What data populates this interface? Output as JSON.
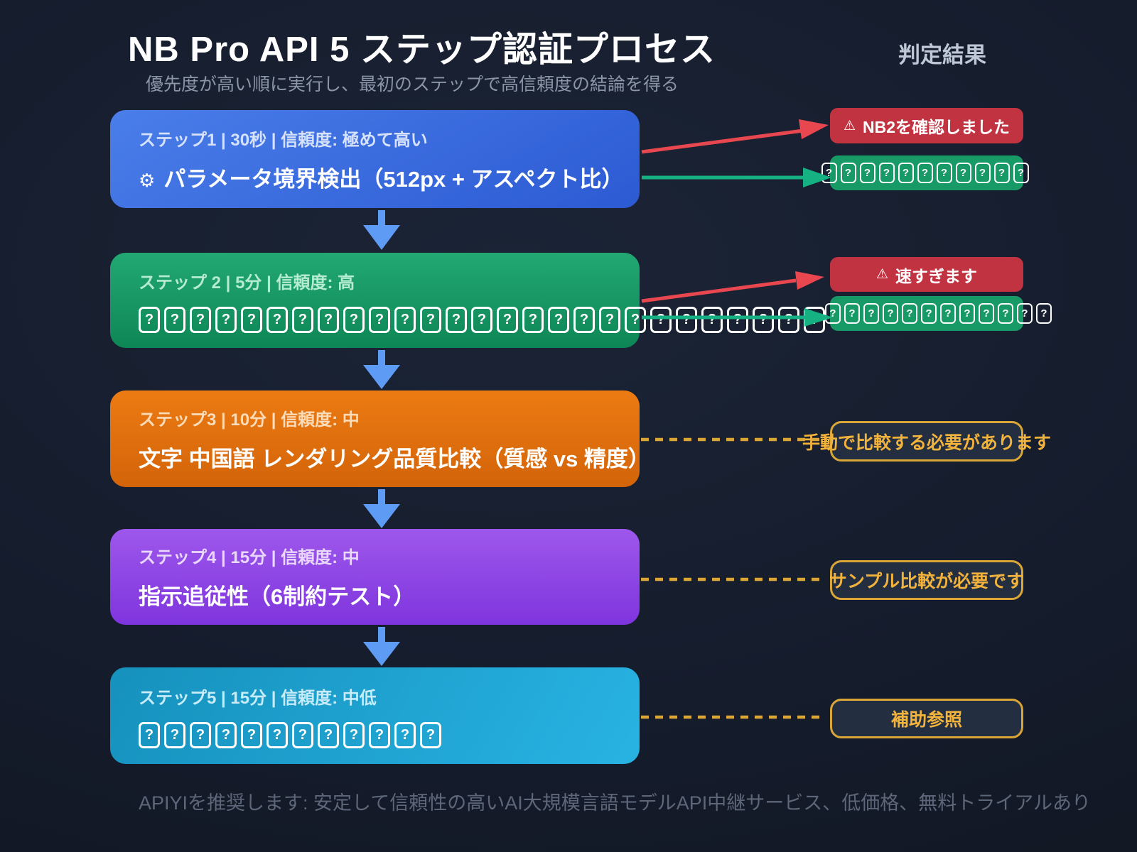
{
  "header": {
    "title": "NB Pro API 5 ステップ認証プロセス",
    "subtitle": "優先度が高い順に実行し、最初のステップで高信頼度の結論を得る",
    "results_title": "判定結果"
  },
  "steps": [
    {
      "meta": "ステップ1 | 30秒 | 信頼度: 極めて高い",
      "title_icon": "⚙",
      "title": "パラメータ境界検出（512px + アスペクト比）"
    },
    {
      "meta": "ステップ 2 | 5分 | 信頼度: 高",
      "title_tofu_count": 27
    },
    {
      "meta": "ステップ3 | 10分 | 信頼度: 中",
      "title": "文字 中国語 レンダリング品質比較（質感 vs 精度）"
    },
    {
      "meta": "ステップ4 | 15分 | 信頼度: 中",
      "title": "指示追従性（6制約テスト）"
    },
    {
      "meta": "ステップ5 | 15分 | 信頼度: 中低",
      "title_tofu_count": 12
    }
  ],
  "results": {
    "step1_fail": {
      "icon": "⚠",
      "label": "NB2を確認しました"
    },
    "step1_pass_tofu_count": 11,
    "step2_fail": {
      "icon": "⚠",
      "label": "速すぎます"
    },
    "step2_pass_tofu_count": 12,
    "step3_note": "手動で比較する必要があります",
    "step4_note": "サンプル比較が必要です",
    "step5_note": "補助参照"
  },
  "footer": "APIYIを推奨します: 安定して信頼性の高いAI大規模言語モデルAPI中継サービス、低価格、無料トライアルあり",
  "colors": {
    "title_text": "#ffffff",
    "subtitle_text": "#8b95a8",
    "results_title_text": "#bfc8d6",
    "footer_text": "#5d6779",
    "step1_a": "#4a7ee9",
    "step1_b": "#2c5ad3",
    "step1_meta": "#d6e2fb",
    "step2_a": "#22a873",
    "step2_b": "#0e8656",
    "step2_meta": "#b5ebd1",
    "step3_a": "#ec7b13",
    "step3_b": "#d36409",
    "step3_meta": "#fcdcb8",
    "step4_a": "#9e57ec",
    "step4_b": "#7f35dd",
    "step4_meta": "#e9d8fb",
    "step5_a": "#1691bd",
    "step5_b": "#28b3e3",
    "step5_meta": "#c6ecf9",
    "fail_bg": "#c13340",
    "pass_bg": "#189a67",
    "note_border": "#d9a637",
    "note_text": "#f2b33d",
    "note_bg": "#232e40",
    "arrow_red": "#e8474f",
    "arrow_green": "#16b183",
    "arrow_blue": "#5d9bf5",
    "arrow_yellow": "#d9a637"
  }
}
